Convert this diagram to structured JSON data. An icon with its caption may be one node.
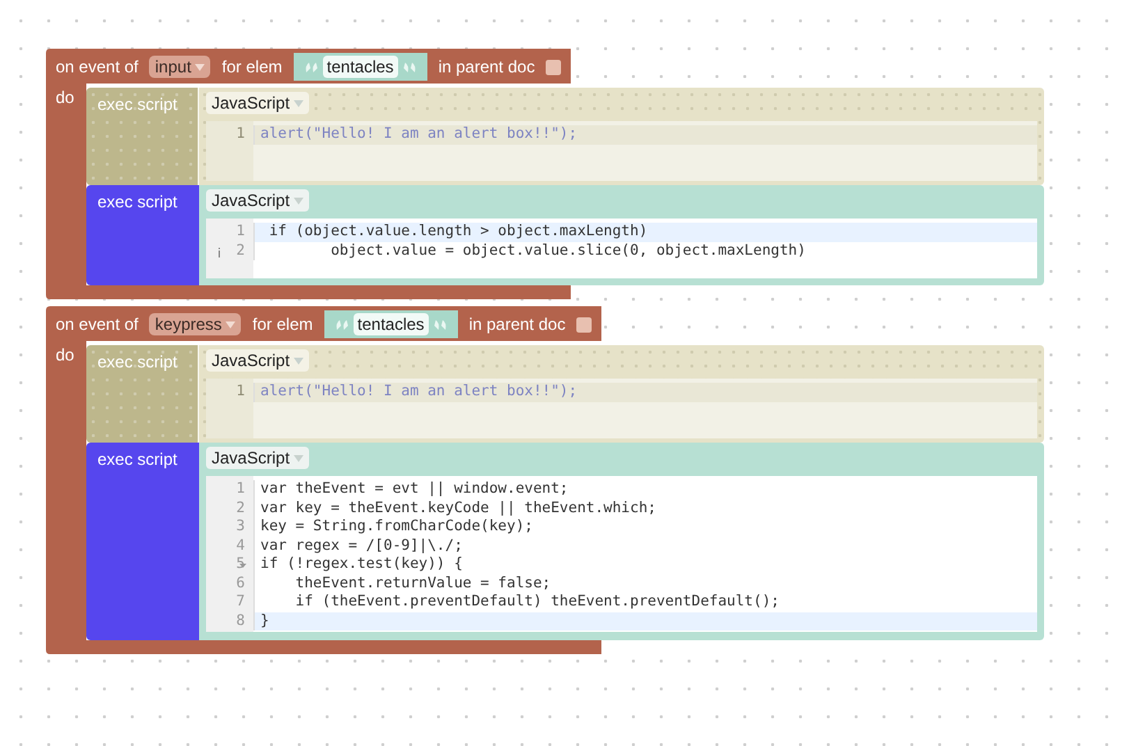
{
  "diagram": {
    "nodes": [
      {
        "text": [
          "on event of",
          "for elem",
          "in parent doc",
          "do"
        ]
      },
      {
        "text": [
          "input"
        ],
        "in": 0
      },
      {
        "text": [
          "tentacles"
        ],
        "in": 0
      },
      {
        "text": [
          "exec script"
        ]
      },
      {
        "text": [
          "JavaScript"
        ],
        "in": 3
      },
      {
        "text": [
          "1",
          "alert(\"Hello! I am an alert box!!\");"
        ],
        "in": 3
      },
      {
        "text": [
          "exec script"
        ]
      },
      {
        "text": [
          "JavaScript"
        ],
        "in": 6
      },
      {
        "text": [
          "1",
          " if (object.value.length > object.maxLength)",
          "2",
          "        object.value = object.value.slice(0, object.maxLength)"
        ],
        "in": 6
      },
      {
        "text": [
          "on event of",
          "for elem",
          "in parent doc",
          "do"
        ]
      },
      {
        "text": [
          "keypress"
        ],
        "in": 9
      },
      {
        "text": [
          "tentacles"
        ],
        "in": 9
      },
      {
        "text": [
          "exec script"
        ]
      },
      {
        "text": [
          "JavaScript"
        ],
        "in": 12
      },
      {
        "text": [
          "1",
          "alert(\"Hello! I am an alert box!!\");"
        ],
        "in": 12
      },
      {
        "text": [
          "exec script"
        ]
      },
      {
        "text": [
          "JavaScript"
        ],
        "in": 15
      },
      {
        "text": [
          "1",
          "var theEvent = evt || window.event;",
          "2",
          "var key = theEvent.keyCode || theEvent.which;",
          "3",
          "key = String.fromCharCode(key);",
          "4",
          "var regex = /[0-9]|\\./;",
          "5",
          "if (!regex.test(key)) {",
          "6",
          "    theEvent.returnValue = false;",
          "7",
          "    if (theEvent.preventDefault) theEvent.preventDefault();",
          "8",
          "}"
        ],
        "in": 15
      }
    ]
  }
}
